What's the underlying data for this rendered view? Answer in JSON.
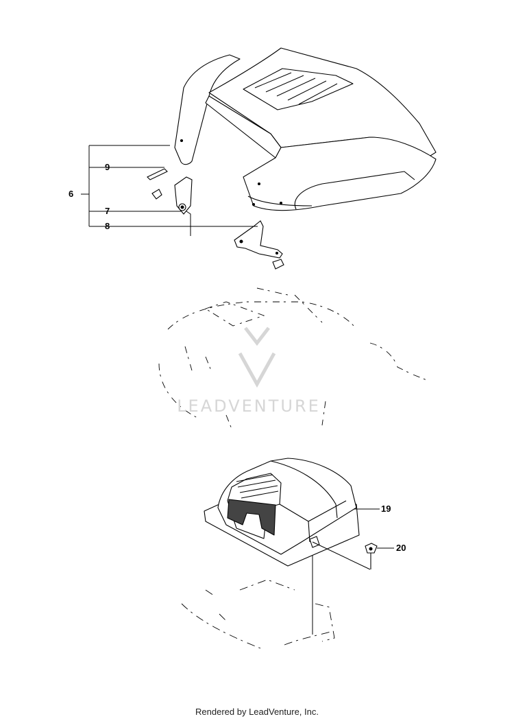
{
  "callouts": {
    "part_6": "6",
    "part_7": "7",
    "part_8": "8",
    "part_9": "9",
    "part_19": "19",
    "part_20": "20"
  },
  "watermark": "LEADVENTURE",
  "footer": "Rendered by LeadVenture, Inc.",
  "colors": {
    "line": "#000000",
    "watermark": "#d6d6d6",
    "grille": "#444444"
  }
}
